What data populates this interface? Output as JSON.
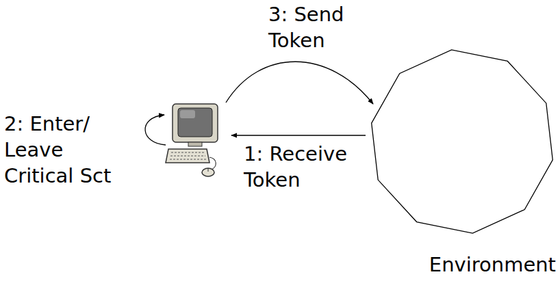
{
  "diagram": {
    "nodes": [
      {
        "text": [
          "Environment"
        ]
      }
    ],
    "labels": [
      "3: Send Token",
      "2: Enter/ Leave Critical Sct",
      "1: Receive Token"
    ]
  }
}
